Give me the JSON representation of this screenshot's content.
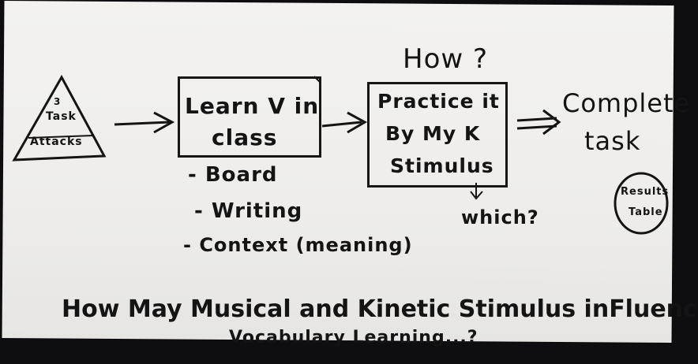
{
  "triangle": {
    "top_text": "3",
    "mid_text": "Task",
    "bottom_text": "Attacks"
  },
  "box1": {
    "line1": "Learn V in",
    "line2": "class"
  },
  "box2": {
    "line1": "Practice it",
    "line2": "By My K",
    "line3": "Stimulus"
  },
  "how_label": "How ?",
  "which_label": "which?",
  "complete": {
    "line1": "Complete",
    "line2": "task"
  },
  "bullets": [
    "- Board",
    "- Writing",
    "- Context (meaning)"
  ],
  "circle": {
    "line1": "Results",
    "line2": "Table"
  },
  "question": {
    "line1": "How May Musical and Kinetic Stimulus inFluence",
    "line2": "Vocabulary Learning...?"
  }
}
